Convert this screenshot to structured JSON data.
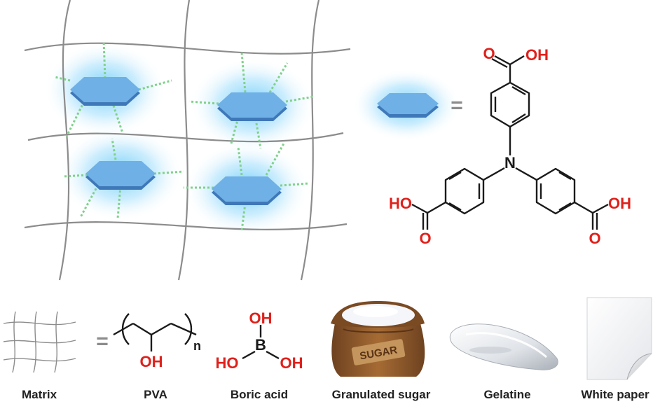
{
  "colors": {
    "network_line": "#8c8c8c",
    "glow": "#4fc3f7",
    "hexagon_top": "#6fb0e6",
    "hexagon_side": "#3f78b8",
    "hbond_dash": "#7fd18a",
    "bond": "#1a1a1a",
    "heteroatom_red": "#e0201b",
    "sack": "#8b5a2b"
  },
  "molecule": {
    "equals": "=",
    "center_atom": "N",
    "oh": "OH",
    "ho": "HO",
    "o": "O"
  },
  "pva": {
    "subscript": "n",
    "oh": "OH"
  },
  "boric_acid": {
    "b": "B",
    "oh_top": "OH",
    "ho_left": "HO",
    "oh_right": "OH"
  },
  "sugar_bag_text": "SUGAR",
  "matrix_equals": "=",
  "labels": {
    "matrix": "Matrix",
    "pva": "PVA",
    "boric_acid": "Boric acid",
    "granulated_sugar": "Granulated sugar",
    "gelatine": "Gelatine",
    "white_paper": "White paper"
  }
}
